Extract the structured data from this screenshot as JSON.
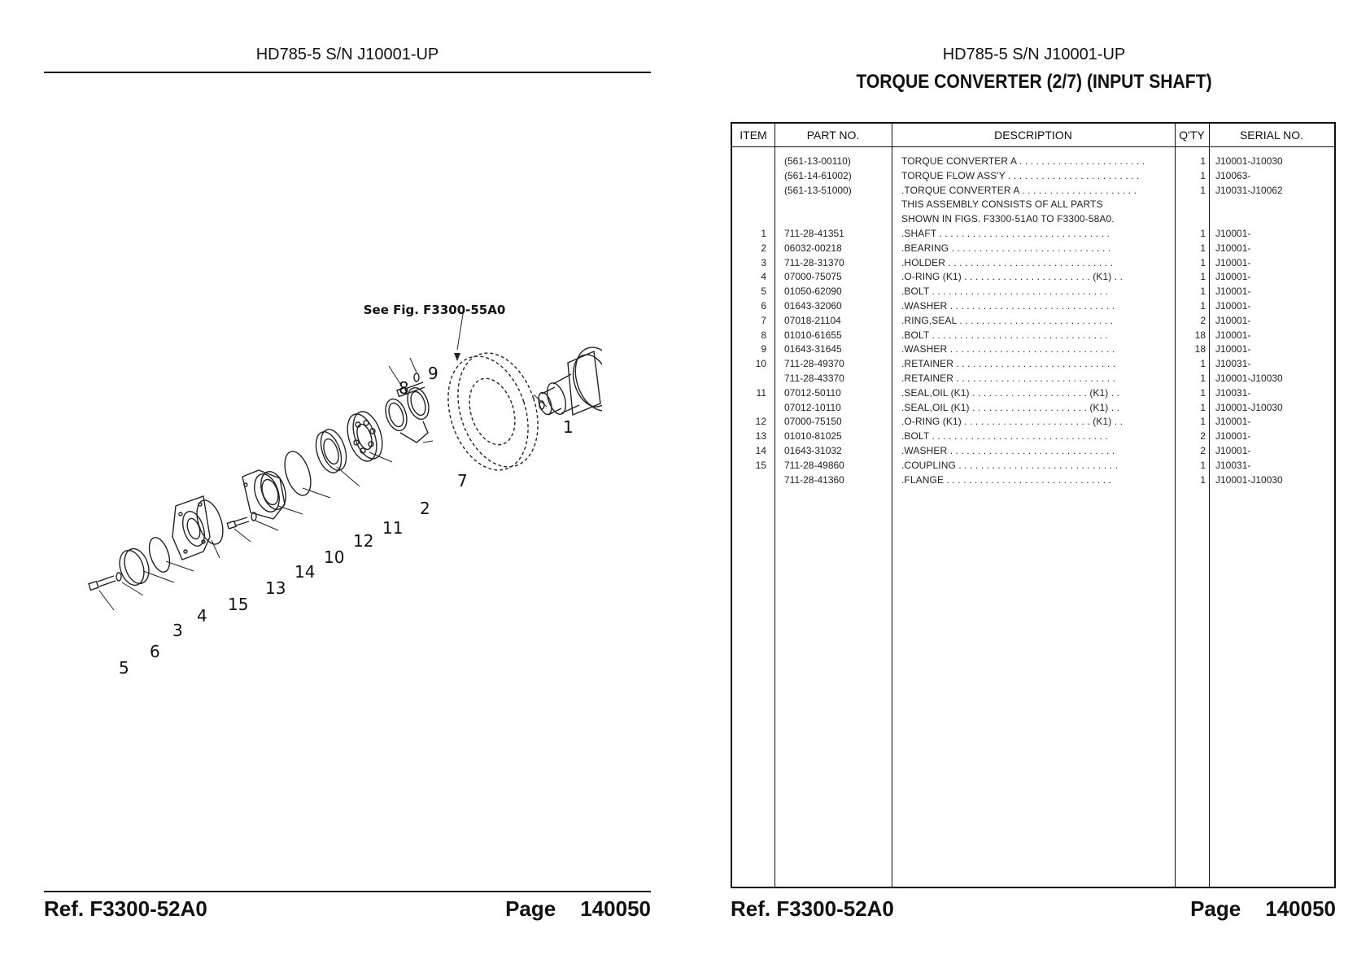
{
  "header": {
    "model": "HD785-5 S/N J10001-UP"
  },
  "title": "TORQUE CONVERTER (2/7) (INPUT SHAFT)",
  "footer": {
    "ref": "Ref.  F3300-52A0",
    "page_label": "Page",
    "page_number": "140050"
  },
  "diagram": {
    "see_fig_label": "See Fig. F3300-55A0",
    "callouts": [
      "1",
      "2",
      "3",
      "4",
      "5",
      "6",
      "7",
      "8",
      "9",
      "10",
      "11",
      "12",
      "13",
      "14",
      "15"
    ]
  },
  "table": {
    "headers": {
      "item": "ITEM",
      "part_no": "PART NO.",
      "description": "DESCRIPTION",
      "qty": "Q'TY",
      "serial_no": "SERIAL NO."
    },
    "rows": [
      {
        "item": "",
        "part_no": "(561-13-00110)",
        "description": "TORQUE CONVERTER A . . . . . . . . . . . . . . . . . . . . . . .",
        "qty": "1",
        "serial": "J10001-J10030"
      },
      {
        "item": "",
        "part_no": "(561-14-61002)",
        "description": "TORQUE FLOW ASS'Y . . . . . . . . . . . . . . . . . . . . . . . .",
        "qty": "1",
        "serial": "J10063-"
      },
      {
        "item": "",
        "part_no": "(561-13-51000)",
        "description": ".TORQUE CONVERTER A  . . . . . . . . . . . . . . . . . . . . .",
        "qty": "1",
        "serial": "J10031-J10062"
      },
      {
        "item": "",
        "part_no": "",
        "description": "THIS ASSEMBLY CONSISTS OF ALL PARTS",
        "qty": "",
        "serial": ""
      },
      {
        "item": "",
        "part_no": "",
        "description": "SHOWN IN FIGS. F3300-51A0 TO F3300-58A0.",
        "qty": "",
        "serial": ""
      },
      {
        "item": "1",
        "part_no": "711-28-41351",
        "description": ".SHAFT  . . . . . . . . . . . . . . . . . . . . . . . . . . . . . . .",
        "qty": "1",
        "serial": "J10001-"
      },
      {
        "item": "2",
        "part_no": "06032-00218",
        "description": ".BEARING  . . . . . . . . . . . . . . . . . . . . . . . . . . . . .",
        "qty": "1",
        "serial": "J10001-"
      },
      {
        "item": "3",
        "part_no": "711-28-31370",
        "description": ".HOLDER  . . . . . . . . . . . . . . . . . . . . . . . . . . . . . .",
        "qty": "1",
        "serial": "J10001-"
      },
      {
        "item": "4",
        "part_no": "07000-75075",
        "description": ".O-RING  (K1)  . . . . . . . . . . . . . . . . . . . . . . .  (K1)  . .",
        "qty": "1",
        "serial": "J10001-"
      },
      {
        "item": "5",
        "part_no": "01050-62090",
        "description": ".BOLT  . . . . . . . . . . . . . . . . . . . . . . . . . . . . . . . .",
        "qty": "1",
        "serial": "J10001-"
      },
      {
        "item": "6",
        "part_no": "01643-32060",
        "description": ".WASHER . . . . . . . . . . . . . . . . . . . . . . . . . . . . . .",
        "qty": "1",
        "serial": "J10001-"
      },
      {
        "item": "7",
        "part_no": "07018-21104",
        "description": ".RING,SEAL  . . . . . . . . . . . . . . . . . . . . . . . . . . . .",
        "qty": "2",
        "serial": "J10001-"
      },
      {
        "item": "8",
        "part_no": "01010-61655",
        "description": ".BOLT  . . . . . . . . . . . . . . . . . . . . . . . . . . . . . . . .",
        "qty": "18",
        "serial": "J10001-"
      },
      {
        "item": "9",
        "part_no": "01643-31645",
        "description": ".WASHER . . . . . . . . . . . . . . . . . . . . . . . . . . . . . .",
        "qty": "18",
        "serial": "J10001-"
      },
      {
        "item": "10",
        "part_no": "711-28-49370",
        "description": ".RETAINER  . . . . . . . . . . . . . . . . . . . . . . . . . . . . .",
        "qty": "1",
        "serial": "J10031-"
      },
      {
        "item": "",
        "part_no": "711-28-43370",
        "description": ".RETAINER  . . . . . . . . . . . . . . . . . . . . . . . . . . . . .",
        "qty": "1",
        "serial": "J10001-J10030"
      },
      {
        "item": "11",
        "part_no": "07012-50110",
        "description": ".SEAL,OIL  (K1)  . . . . . . . . . . . . . . . . . . . . .  (K1)  . .",
        "qty": "1",
        "serial": "J10031-"
      },
      {
        "item": "",
        "part_no": "07012-10110",
        "description": ".SEAL,OIL  (K1)  . . . . . . . . . . . . . . . . . . . . .  (K1)  . .",
        "qty": "1",
        "serial": "J10001-J10030"
      },
      {
        "item": "12",
        "part_no": "07000-75150",
        "description": ".O-RING  (K1)  . . . . . . . . . . . . . . . . . . . . . . .  (K1)  . .",
        "qty": "1",
        "serial": "J10001-"
      },
      {
        "item": "13",
        "part_no": "01010-81025",
        "description": ".BOLT  . . . . . . . . . . . . . . . . . . . . . . . . . . . . . . . .",
        "qty": "2",
        "serial": "J10001-"
      },
      {
        "item": "14",
        "part_no": "01643-31032",
        "description": ".WASHER . . . . . . . . . . . . . . . . . . . . . . . . . . . . . .",
        "qty": "2",
        "serial": "J10001-"
      },
      {
        "item": "15",
        "part_no": "711-28-49860",
        "description": ".COUPLING  . . . . . . . . . . . . . . . . . . . . . . . . . . . . .",
        "qty": "1",
        "serial": "J10031-"
      },
      {
        "item": "",
        "part_no": "711-28-41360",
        "description": ".FLANGE  . . . . . . . . . . . . . . . . . . . . . . . . . . . . . .",
        "qty": "1",
        "serial": "J10001-J10030"
      }
    ]
  }
}
